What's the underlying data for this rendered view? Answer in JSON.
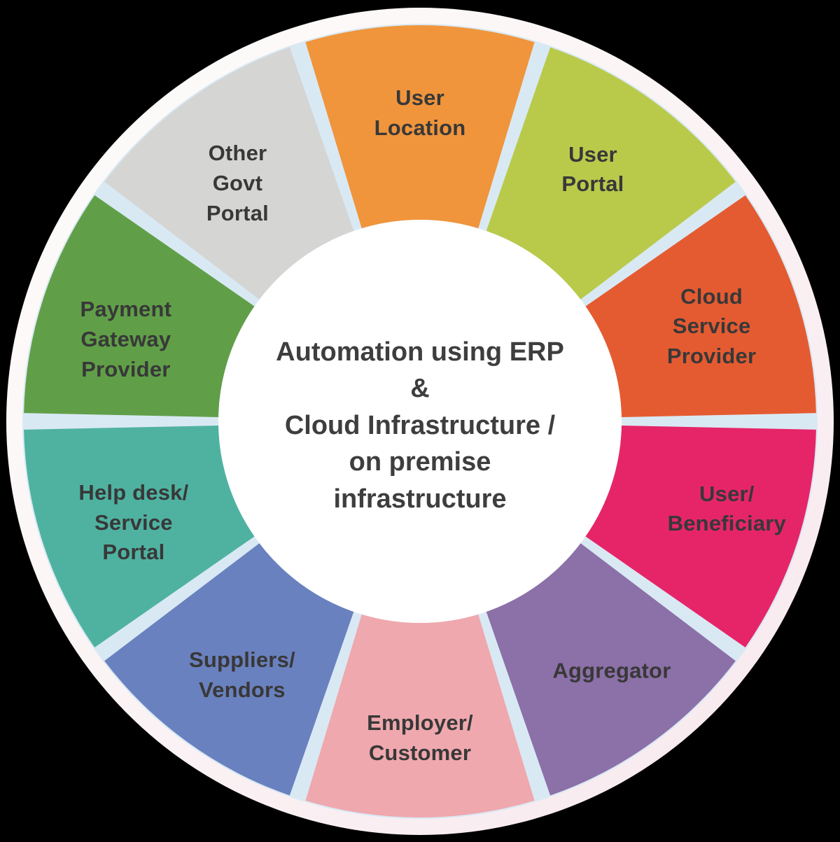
{
  "wheel": {
    "type": "pie",
    "center_text": "Automation using ERP\n&\nCloud Infrastructure /\non premise\ninfrastructure",
    "segments": [
      {
        "id": "user-location",
        "label": "User Location",
        "text": "User\nLocation",
        "color": "#F0953C"
      },
      {
        "id": "user-portal",
        "label": "User Portal",
        "text": "User\nPortal",
        "color": "#B9CA4B"
      },
      {
        "id": "cloud-service-provider",
        "label": "Cloud Service Provider",
        "text": "Cloud\nService\nProvider",
        "color": "#E55B31"
      },
      {
        "id": "user-beneficiary",
        "label": "User/Beneficiary",
        "text": "User/\nBeneficiary",
        "color": "#E62569"
      },
      {
        "id": "aggregator",
        "label": "Aggregator",
        "text": "Aggregator",
        "color": "#8C70A8"
      },
      {
        "id": "employer-customer",
        "label": "Employer/Customer",
        "text": "Employer/\nCustomer",
        "color": "#EFA8AE"
      },
      {
        "id": "suppliers-vendors",
        "label": "Suppliers/Vendors",
        "text": "Suppliers/\nVendors",
        "color": "#6A81BF"
      },
      {
        "id": "help-desk-service-portal",
        "label": "Help desk/Service Portal",
        "text": "Help desk/\nService\nPortal",
        "color": "#4FB2A1"
      },
      {
        "id": "payment-gateway-provider",
        "label": "Payment Gateway Provider",
        "text": "Payment\nGateway\nProvider",
        "color": "#609F48"
      },
      {
        "id": "other-govt-portal",
        "label": "Other Govt Portal",
        "text": "Other\nGovt\nPortal",
        "color": "#D5D5D4"
      }
    ],
    "colors": {
      "background": "#000000",
      "ring_light": "#FDFDFB",
      "ring_tint": "#F7E8EE",
      "separator": "#D9E9F4",
      "center_bg": "#FFFFFF",
      "label_text": "#383838",
      "center_text": "#3E3E3E"
    }
  }
}
